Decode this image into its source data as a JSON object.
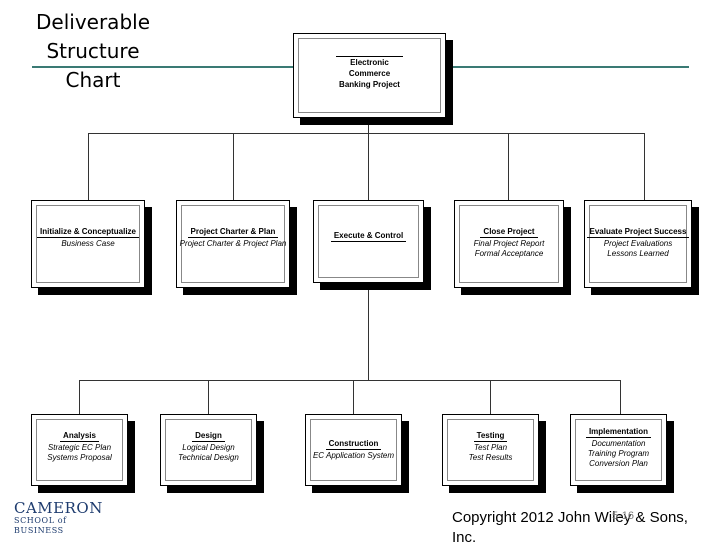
{
  "slide": {
    "title_lines": [
      "Deliverable",
      "Structure",
      "Chart"
    ],
    "copyright": "Copyright 2012 John Wiley & Sons, Inc.",
    "page_number": "5-16",
    "logo": {
      "line1": "CAMERON",
      "line2": "SCHOOL of BUSINESS"
    }
  },
  "chart": {
    "root": {
      "lines": [
        "Electronic",
        "Commerce",
        "Banking Project"
      ]
    },
    "phases": [
      {
        "title": "Initialize & Conceptualize",
        "items": [
          "Business Case"
        ]
      },
      {
        "title": "Project Charter & Plan",
        "items": [
          "Project Charter & Project Plan"
        ]
      },
      {
        "title": "Execute & Control",
        "items": []
      },
      {
        "title": "Close Project",
        "items": [
          "Final Project Report",
          "Formal Acceptance"
        ]
      },
      {
        "title": "Evaluate Project Success",
        "items": [
          "Project Evaluations",
          "Lessons Learned"
        ]
      }
    ],
    "execute_children": [
      {
        "title": "Analysis",
        "items": [
          "Strategic EC Plan",
          "Systems Proposal"
        ]
      },
      {
        "title": "Design",
        "items": [
          "Logical Design",
          "Technical Design"
        ]
      },
      {
        "title": "Construction",
        "items": [
          "EC Application System"
        ]
      },
      {
        "title": "Testing",
        "items": [
          "Test Plan",
          "Test Results"
        ]
      },
      {
        "title": "Implementation",
        "items": [
          "Documentation",
          "Training Program",
          "Conversion Plan"
        ]
      }
    ]
  }
}
